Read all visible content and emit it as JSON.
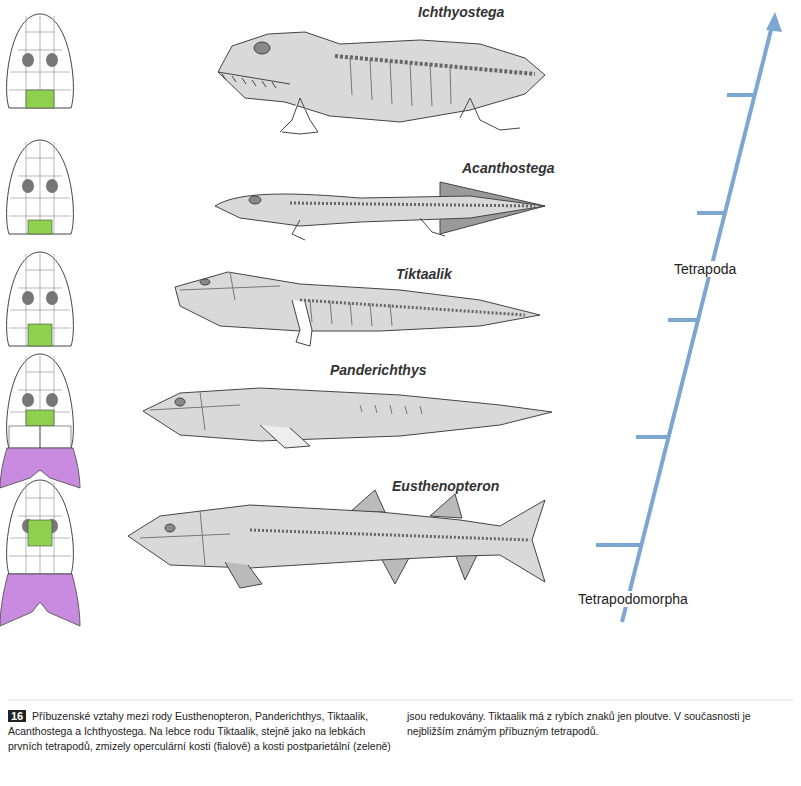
{
  "diagram": {
    "caption": "Příbuzenské vztahy mezi rody Eusthenopteron, Panderichthys, Tiktaalik, Acanthostega a Ichthyostega. Na lebce rodu Tiktaalik, stejně jako na lebkách prvních tetrapodů, zmizely operculární kosti (fialově) a kosti postparietální (zeleně) jsou redukovány. Tiktaalik má z rybích znaků jen ploutve. V současnosti je nejbližším známým příbuzným tetrapodů.",
    "labels": [
      "Ichthyostega",
      "Acanthostega",
      "Tiktaalik",
      "Panderichthys",
      "Eusthenopteron",
      "Tetrapoda",
      "Tetrapodomorpha",
      "16"
    ]
  }
}
